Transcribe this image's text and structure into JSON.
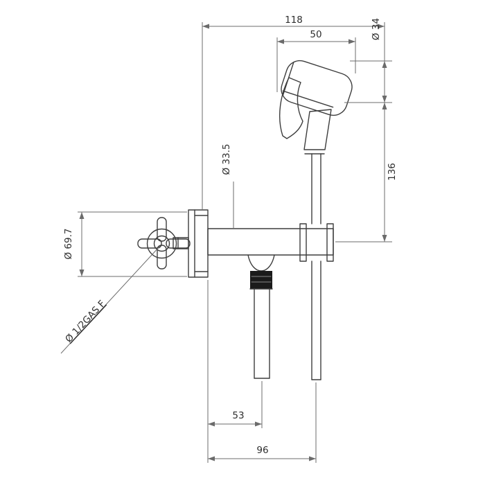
{
  "drawing": {
    "kind": "technical dimension drawing",
    "subject": "wall-mounted bidet hand-sprayer set with shut-off valve"
  },
  "dimensions": {
    "overall_width": "118",
    "sprayer_length": "50",
    "sprayer_diameter": "Ø 34",
    "body_diameter": "Ø 33.5",
    "vertical_drop": "136",
    "rosette_diameter": "Ø 69.7",
    "thread_size": "Ø 1/2GAS  F",
    "outlet_offset": "53",
    "hose_offset": "96"
  },
  "style": {
    "object_line_color": "#3d3d3d",
    "dimension_line_color": "#6b6b6b",
    "text_color": "#2e2e2e",
    "thread_fill_color": "#1b1b1b",
    "background_color": "#ffffff"
  }
}
